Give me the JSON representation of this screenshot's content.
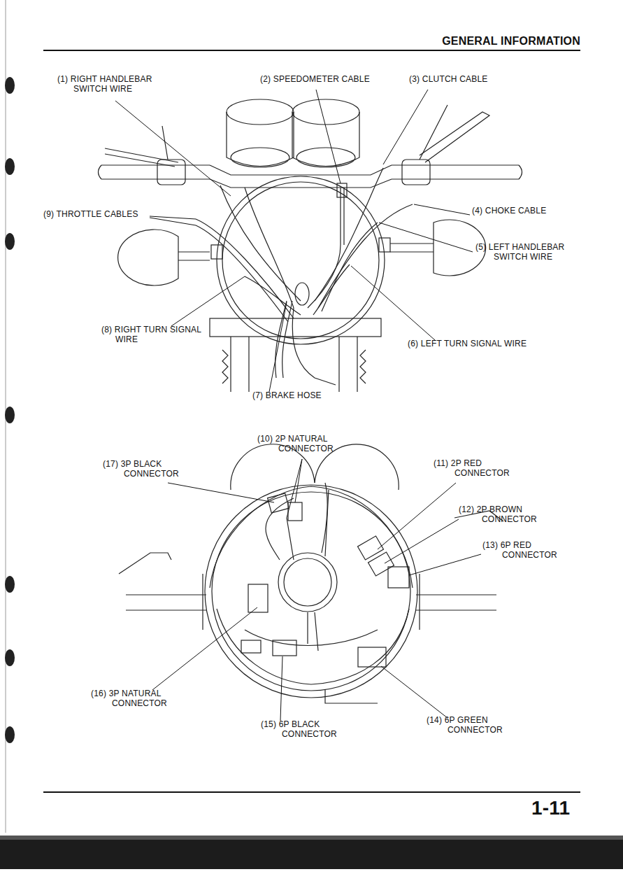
{
  "diagram": {
    "title": "GENERAL INFORMATION",
    "labels": [
      "(1) RIGHT HANDLEBAR SWITCH WIRE",
      "(2) SPEEDOMETER CABLE",
      "(3) CLUTCH CABLE",
      "(4) CHOKE CABLE",
      "(5) LEFT HANDLEBAR SWITCH WIRE",
      "(6) LEFT TURN SIGNAL WIRE",
      "(7) BRAKE HOSE",
      "(8) RIGHT TURN SIGNAL WIRE",
      "(9) THROTTLE CABLES",
      "(10) 2P NATURAL CONNECTOR",
      "(17) 3P BLACK CONNECTOR",
      "(11) 2P RED CONNECTOR",
      "(12) 2P BROWN CONNECTOR",
      "(13) 6P RED CONNECTOR",
      "(16) 3P NATURAL CONNECTOR",
      "(15) 6P BLACK CONNECTOR",
      "(14) 6P GREEN CONNECTOR",
      "1-11"
    ]
  }
}
